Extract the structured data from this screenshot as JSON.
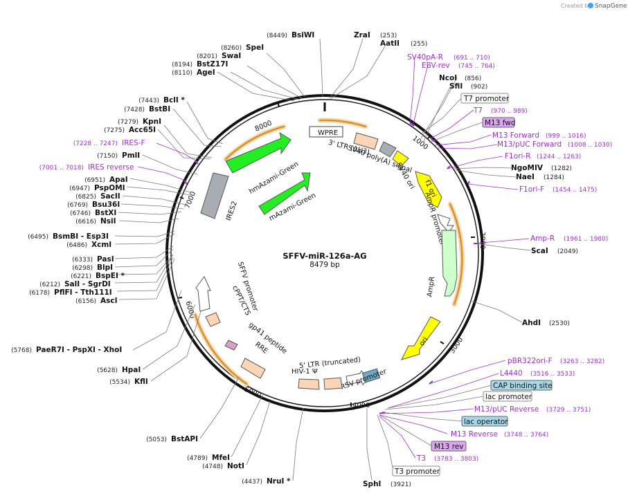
{
  "credit": {
    "text": "Created by",
    "brand": "SnapGene"
  },
  "plasmid": {
    "name": "SFFV-miR-126a-AG",
    "size": "8479 bp"
  },
  "ticks": [
    "1000",
    "2000",
    "3000",
    "4000",
    "5000",
    "6000",
    "7000",
    "8000"
  ],
  "left_enzymes": [
    {
      "pos": "(8449)",
      "name": "BsiWI"
    },
    {
      "pos": "(8260)",
      "name": "SpeI"
    },
    {
      "pos": "(8201)",
      "name": "SwaI"
    },
    {
      "pos": "(8194)",
      "name": "BstZ17I"
    },
    {
      "pos": "(8110)",
      "name": "AgeI"
    },
    {
      "pos": "(7443)",
      "name": "BclI *"
    },
    {
      "pos": "(7428)",
      "name": "BstBI"
    },
    {
      "pos": "(7279)",
      "name": "KpnI"
    },
    {
      "pos": "(7275)",
      "name": "Acc65I"
    },
    {
      "pos": "(7150)",
      "name": "PmlI"
    },
    {
      "pos": "(6951)",
      "name": "ApaI"
    },
    {
      "pos": "(6947)",
      "name": "PspOMI"
    },
    {
      "pos": "(6825)",
      "name": "SacII"
    },
    {
      "pos": "(6769)",
      "name": "Bsu36I"
    },
    {
      "pos": "(6746)",
      "name": "BstXI"
    },
    {
      "pos": "(6616)",
      "name": "NsiI"
    },
    {
      "pos": "(6495)",
      "name": "BsmBI - Esp3I"
    },
    {
      "pos": "(6486)",
      "name": "XcmI"
    },
    {
      "pos": "(6333)",
      "name": "PasI"
    },
    {
      "pos": "(6298)",
      "name": "BlpI"
    },
    {
      "pos": "(6221)",
      "name": "BspEI *"
    },
    {
      "pos": "(6212)",
      "name": "SalI - SgrDI"
    },
    {
      "pos": "(6178)",
      "name": "PflFI - Tth111I"
    },
    {
      "pos": "(6156)",
      "name": "AscI"
    },
    {
      "pos": "(5768)",
      "name": "PaeR7I - PspXI - XhoI"
    },
    {
      "pos": "(5628)",
      "name": "HpaI"
    },
    {
      "pos": "(5534)",
      "name": "KflI"
    },
    {
      "pos": "(5053)",
      "name": "BstAPI"
    },
    {
      "pos": "(4789)",
      "name": "MfeI"
    },
    {
      "pos": "(4748)",
      "name": "NotI"
    },
    {
      "pos": "(4437)",
      "name": "NruI *"
    }
  ],
  "right_enzymes": [
    {
      "pos": "(253)",
      "name": "ZraI"
    },
    {
      "pos": "(255)",
      "name": "AatII"
    },
    {
      "pos": "(856)",
      "name": "NcoI"
    },
    {
      "pos": "(902)",
      "name": "SfiI"
    },
    {
      "pos": "(1282)",
      "name": "NgoMIV"
    },
    {
      "pos": "(1284)",
      "name": "NaeI"
    },
    {
      "pos": "(2049)",
      "name": "ScaI"
    },
    {
      "pos": "(2530)",
      "name": "AhdI"
    },
    {
      "pos": "(3921)",
      "name": "SphI"
    }
  ],
  "primers_left": [
    {
      "pos": "(7228 .. 7247)",
      "name": "IRES-F"
    },
    {
      "pos": "(7001 .. 7018)",
      "name": "IRES reverse"
    }
  ],
  "primers_right": [
    {
      "name": "SV40pA-R",
      "pos": "(691 .. 710)"
    },
    {
      "name": "EBV-rev",
      "pos": "(745 .. 764)"
    },
    {
      "name": "T7",
      "pos": "(970 .. 989)"
    },
    {
      "name": "M13 Forward",
      "pos": "(999 .. 1016)"
    },
    {
      "name": "M13/pUC Forward",
      "pos": "(1008 .. 1030)"
    },
    {
      "name": "F1ori-R",
      "pos": "(1244 .. 1263)"
    },
    {
      "name": "F1ori-F",
      "pos": "(1454 .. 1475)"
    },
    {
      "name": "Amp-R",
      "pos": "(1961 .. 1980)"
    },
    {
      "name": "pBR322ori-F",
      "pos": "(3263 .. 3282)"
    },
    {
      "name": "L4440",
      "pos": "(3516 .. 3533)"
    },
    {
      "name": "M13/pUC Reverse",
      "pos": "(3729 .. 3751)"
    },
    {
      "name": "M13 Reverse",
      "pos": "(3748 .. 3764)"
    },
    {
      "name": "T3",
      "pos": "(3783 .. 3803)"
    }
  ],
  "boxes": {
    "t7_promoter": "T7 promoter",
    "m13_fwd": "M13 fwd",
    "cap_site": "CAP binding site",
    "lac_promoter": "lac promoter",
    "lac_operator": "lac operator",
    "m13_rev": "M13 rev",
    "t3_promoter": "T3 promoter"
  },
  "features": {
    "wpre": "WPRE",
    "ltr3": "3' LTR (ΔU3)",
    "sv40pa": "SV40 poly(A) signal",
    "sv40ori": "SV40 ori",
    "f1ori": "f1 ori",
    "amp_prom": "AmpR promoter",
    "ampr": "AmpR",
    "ori": "ori",
    "rsv": "RSV promoter",
    "ltr5": "5' LTR (truncated)",
    "hiv": "HIV-1 Ψ",
    "rre": "RRE",
    "gp41": "gp41 peptide",
    "cppt": "cPPT/CTS",
    "sffv": "SFFV promoter",
    "mazami": "mAzami-Green",
    "hmazami": "hmAzami-Green",
    "ires2": "IRES2"
  },
  "colors": {
    "primer": "#9b2fc4",
    "green": "#22ee22",
    "yellow": "#ffff00",
    "peach": "#fbd5b5",
    "gray": "#a8adb3",
    "orange_bar": "#e8a43b",
    "cap_fill": "#a8d8e8",
    "m13_fill": "#d9a6ef"
  }
}
